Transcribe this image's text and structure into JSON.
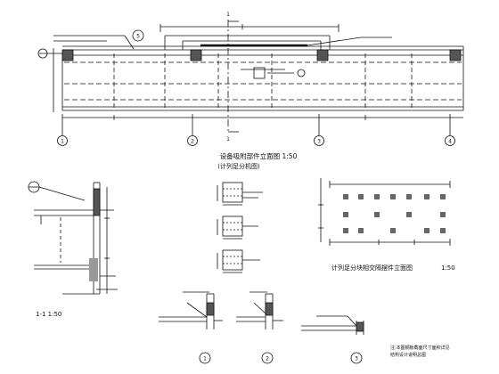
{
  "drawing": {
    "main_title": "设备吸附部件立面图  1:50",
    "main_subtitle": "(计列足分机图)",
    "section_title": "1-1  1:50",
    "elevation_title": "计列足分块相交隔摆件立面图",
    "elevation_scale": "1:50",
    "section_mark": "1",
    "axis_marks": [
      "1",
      "2",
      "3",
      "4",
      "5"
    ],
    "detail_marks": [
      "1",
      "2",
      "3"
    ],
    "footnote_line1": "注:本图钢板截面尺寸面积详见",
    "footnote_line2": "结构设计说明总图",
    "colors": {
      "line": "#111111",
      "paper": "#ffffff"
    }
  }
}
